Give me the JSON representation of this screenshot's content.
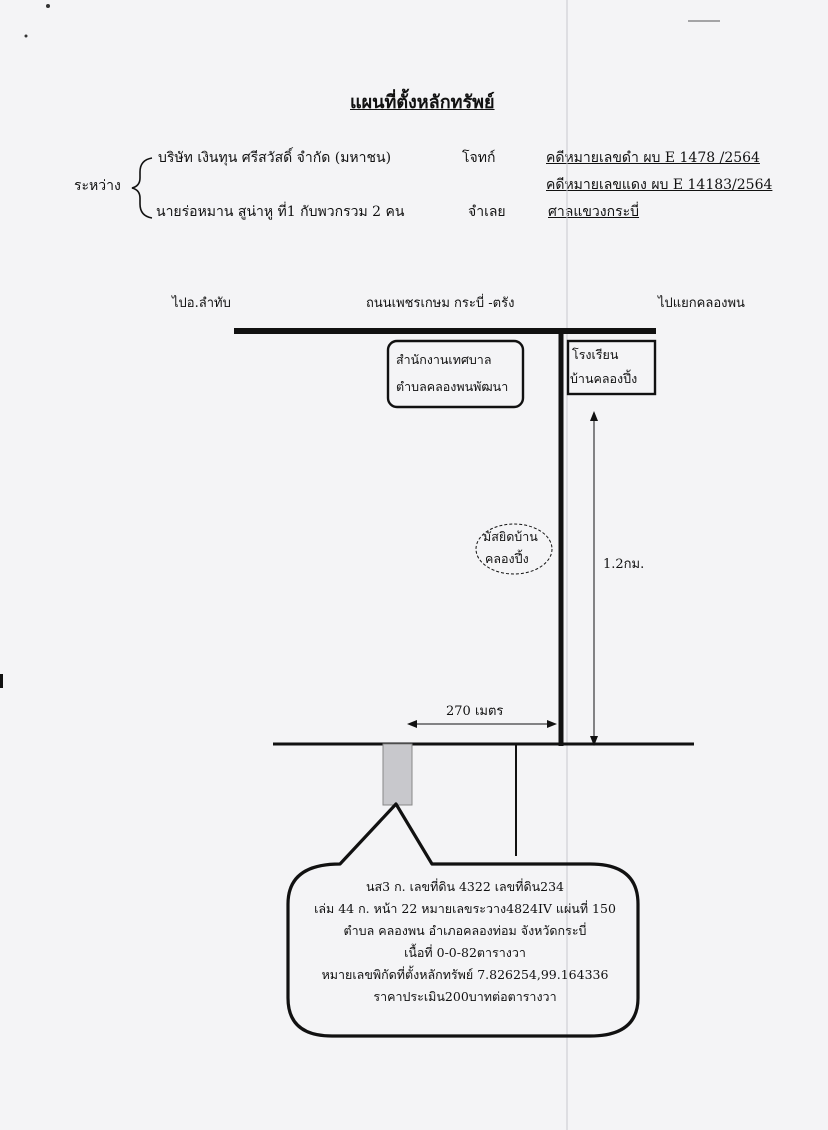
{
  "title": "แผนที่ตั้งหลักทรัพย์",
  "parties": {
    "between_label": "ระหว่าง",
    "plaintiff_name": "บริษัท เงินทุน ศรีสวัสดิ์ จำกัด (มหาชน)",
    "plaintiff_role": "โจทก์",
    "defendant_name": "นายร่อหมาน สูน่าหู  ที่1 กับพวกรวม 2 คน",
    "defendant_role": "จำเลย",
    "black_case": "คดีหมายเลขดำ   ผบ E  1478 /2564",
    "red_case": "คดีหมายเลขแดง  ผบ E  14183/2564",
    "court": "ศาลแขวงกระบี่"
  },
  "map": {
    "to_lamthap": "ไปอ.ลำทับ",
    "road_name": "ถนนเพชรเกษม กระบี่ -ตรัง",
    "to_khlongphon": "ไปแยกคลองพน",
    "office_line1": "สำนักงานเทศบาล",
    "office_line2": "ตำบลคลองพนพัฒนา",
    "school_line1": "โรงเรียน",
    "school_line2": "บ้านคลองปึ้ง",
    "mosque_line1": "มัสยิดบ้าน",
    "mosque_line2": "คลองปึ้ง",
    "distance_vertical": "1.2กม.",
    "distance_horizontal": "270 เมตร"
  },
  "property_info": [
    "นส3 ก. เลขที่ดิน 4322  เลขที่ดิน234",
    "เล่ม 44 ก. หน้า 22 หมายเลขระวาง4824IV แผ่นที่ 150",
    "ตำบล คลองพน  อำเภอคลองท่อม  จังหวัดกระบี่",
    "เนื้อที่ 0-0-82ตารางวา",
    "หมายเลขพิกัดที่ตั้งหลักทรัพย์ 7.826254,99.164336",
    "ราคาประเมิน200บาทต่อตารางวา"
  ]
}
